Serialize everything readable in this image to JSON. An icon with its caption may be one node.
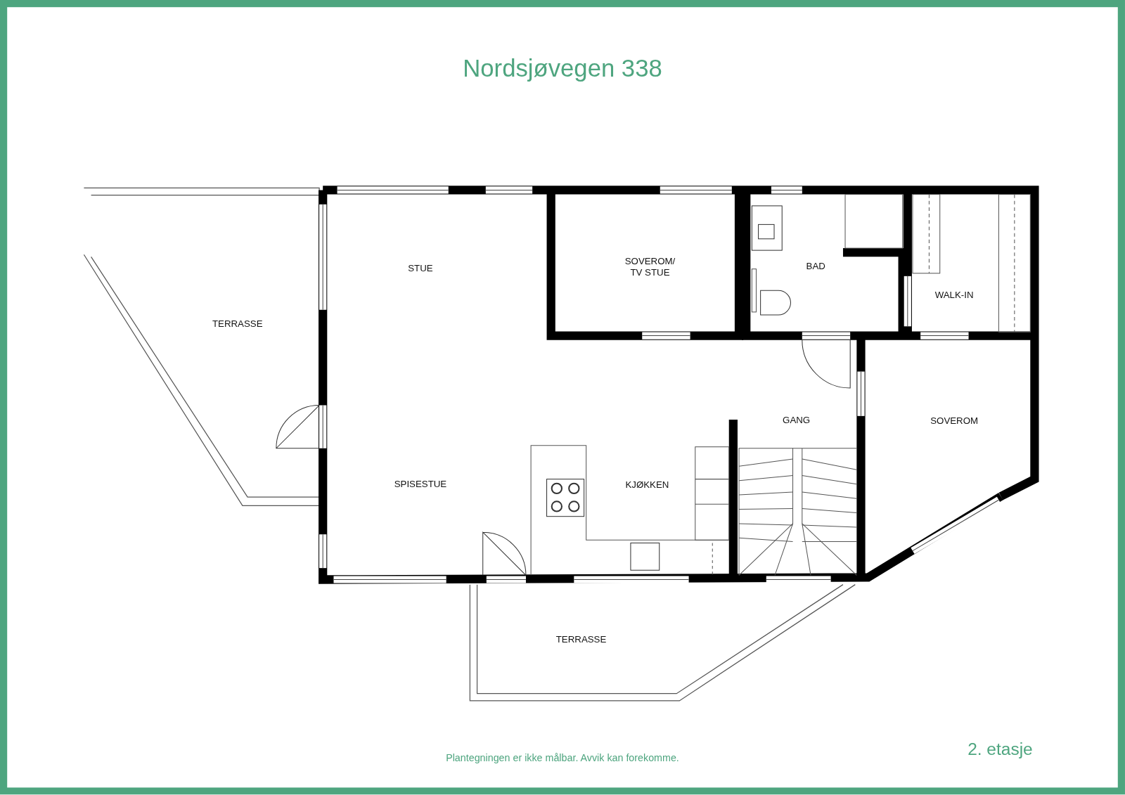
{
  "diagram": {
    "title": "Nordsjøvegen 338",
    "caption": "Plantegningen er ikke målbar. Avvik kan forekomme.",
    "labels": [
      "SOVEROM/ TV STUE",
      "BAD",
      "STUE",
      "WALK-IN",
      "TERRASSE",
      "GANG",
      "SOVEROM",
      "SPISESTUE",
      "KJØKKEN",
      "TERRASSE",
      "2. etasje"
    ]
  }
}
